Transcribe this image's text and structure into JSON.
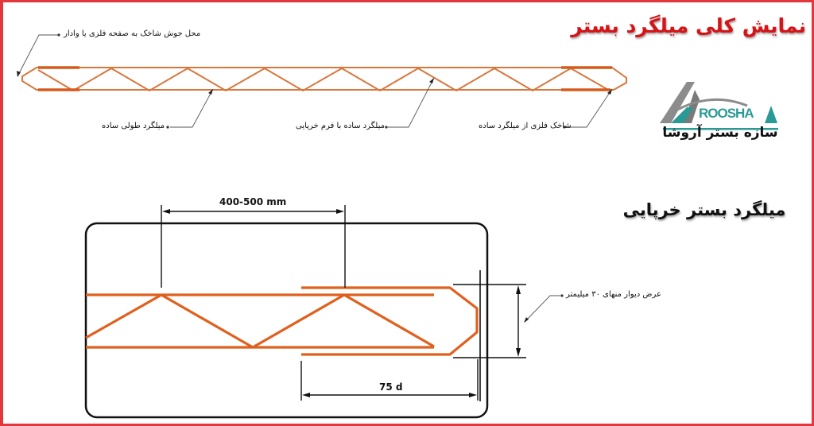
{
  "page": {
    "title": "نمایش کلی میلگرد بستر",
    "subtitle": "میلگرد بستر خرپایی",
    "colors": {
      "frame": "#e0383c",
      "title": "#d51418",
      "rebar": "#e0601e",
      "rebar_top": "#d8763c",
      "dimension": "#111111",
      "logo_teal": "#2b9a96",
      "logo_gray": "#8c8c8c"
    }
  },
  "overview_diagram": {
    "labels": {
      "weld_location": "محل جوش شاخک به صفحه فلزی یا وادار",
      "longitudinal_bar": "میلگرد طولی ساده",
      "truss_bar": "میلگرد ساده با فرم خرپایی",
      "metal_tie": "شاخک فلزی از میلگرد ساده"
    }
  },
  "logo": {
    "latin": "ROOSHA",
    "persian": "سازه بستر آروشا",
    "icon": "mountain-arch-logo-icon"
  },
  "detail_diagram": {
    "dimensions": {
      "spacing": "400-500 mm",
      "overlap": "75 d"
    },
    "labels": {
      "wall_width": "عرض دیوار منهای ۳۰ میلیمتر"
    }
  }
}
